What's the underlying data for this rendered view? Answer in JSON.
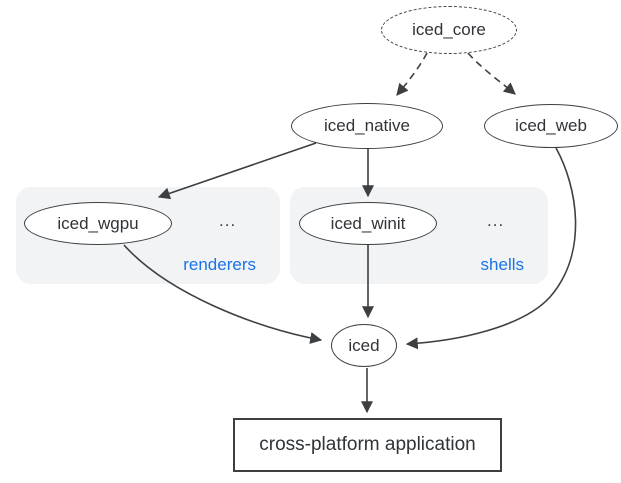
{
  "diagram": {
    "nodes": {
      "iced_core": {
        "label": "iced_core",
        "shape": "ellipse",
        "border": "dashed"
      },
      "iced_native": {
        "label": "iced_native",
        "shape": "ellipse",
        "border": "solid"
      },
      "iced_web": {
        "label": "iced_web",
        "shape": "ellipse",
        "border": "solid"
      },
      "iced_wgpu": {
        "label": "iced_wgpu",
        "shape": "ellipse",
        "border": "solid",
        "group": "renderers"
      },
      "iced_winit": {
        "label": "iced_winit",
        "shape": "ellipse",
        "border": "solid",
        "group": "shells"
      },
      "iced": {
        "label": "iced",
        "shape": "ellipse",
        "border": "solid"
      },
      "app": {
        "label": "cross-platform application",
        "shape": "rect",
        "border": "solid"
      }
    },
    "groups": {
      "renderers": {
        "label": "renderers",
        "more": "..."
      },
      "shells": {
        "label": "shells",
        "more": "..."
      }
    },
    "edges": [
      {
        "from": "iced_core",
        "to": "iced_native",
        "style": "dashed"
      },
      {
        "from": "iced_core",
        "to": "iced_web",
        "style": "dashed"
      },
      {
        "from": "iced_native",
        "to": "iced_wgpu",
        "style": "solid"
      },
      {
        "from": "iced_native",
        "to": "iced_winit",
        "style": "solid"
      },
      {
        "from": "iced_wgpu",
        "to": "iced",
        "style": "solid"
      },
      {
        "from": "iced_winit",
        "to": "iced",
        "style": "solid"
      },
      {
        "from": "iced_web",
        "to": "iced",
        "style": "solid"
      },
      {
        "from": "iced",
        "to": "app",
        "style": "solid"
      }
    ],
    "colors": {
      "stroke": "#3c4043",
      "text": "#303438",
      "group_fill": "#f1f3f4",
      "group_label": "#1a73e8",
      "background": "#ffffff"
    }
  }
}
